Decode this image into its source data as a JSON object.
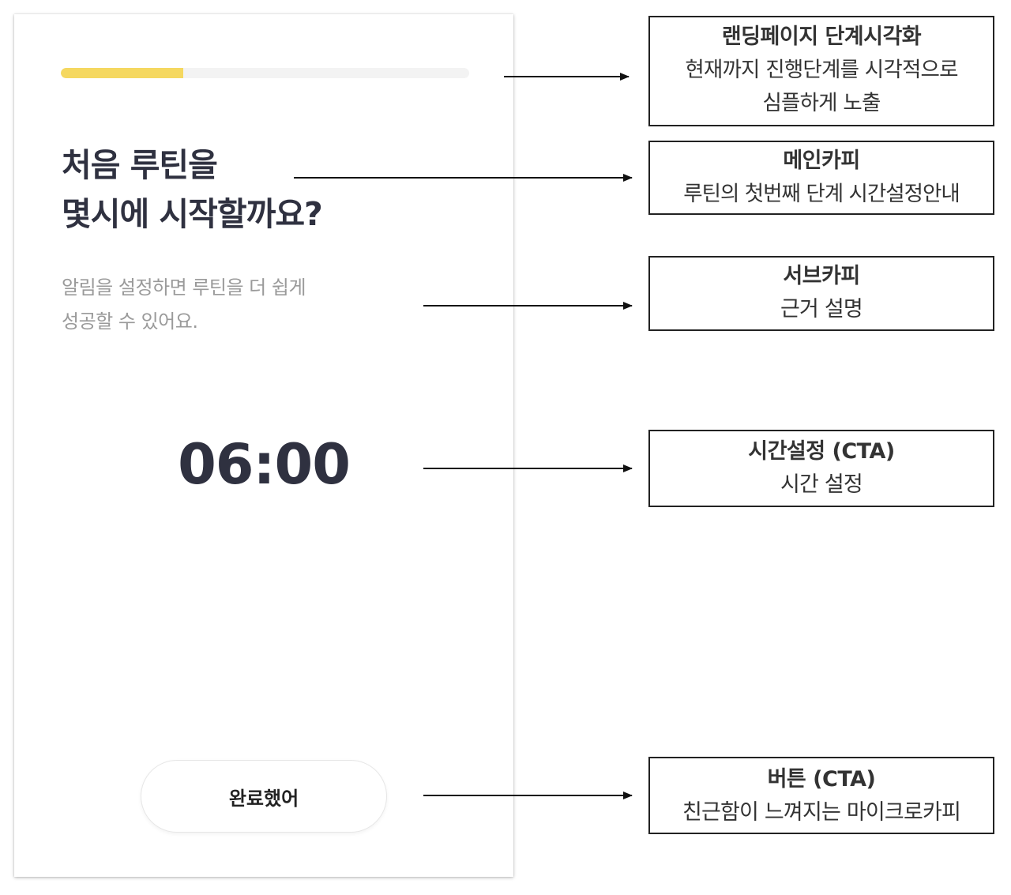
{
  "screen": {
    "progress": {
      "value": 0.3,
      "fill_color": "#f5d860",
      "track_color": "#f3f3f3"
    },
    "main_copy": {
      "line1": "처음 루틴을",
      "line2": "몇시에 시작할까요?"
    },
    "sub_copy": {
      "line1": "알림을 설정하면 루틴을 더 쉽게",
      "line2": "성공할 수 있어요."
    },
    "time": "06:00",
    "button_label": "완료했어"
  },
  "annotations": {
    "progress": {
      "title": "랜딩페이지 단계시각화",
      "desc1": "현재까지 진행단계를 시각적으로",
      "desc2": "심플하게 노출"
    },
    "main_copy": {
      "title": "메인카피",
      "desc1": "루틴의 첫번째 단계 시간설정안내"
    },
    "sub_copy": {
      "title": "서브카피",
      "desc1": "근거 설명"
    },
    "time": {
      "title": "시간설정 (CTA)",
      "desc1": "시간 설정"
    },
    "button": {
      "title": "버튼 (CTA)",
      "desc1": "친근함이 느껴지는 마이크로카피"
    }
  }
}
